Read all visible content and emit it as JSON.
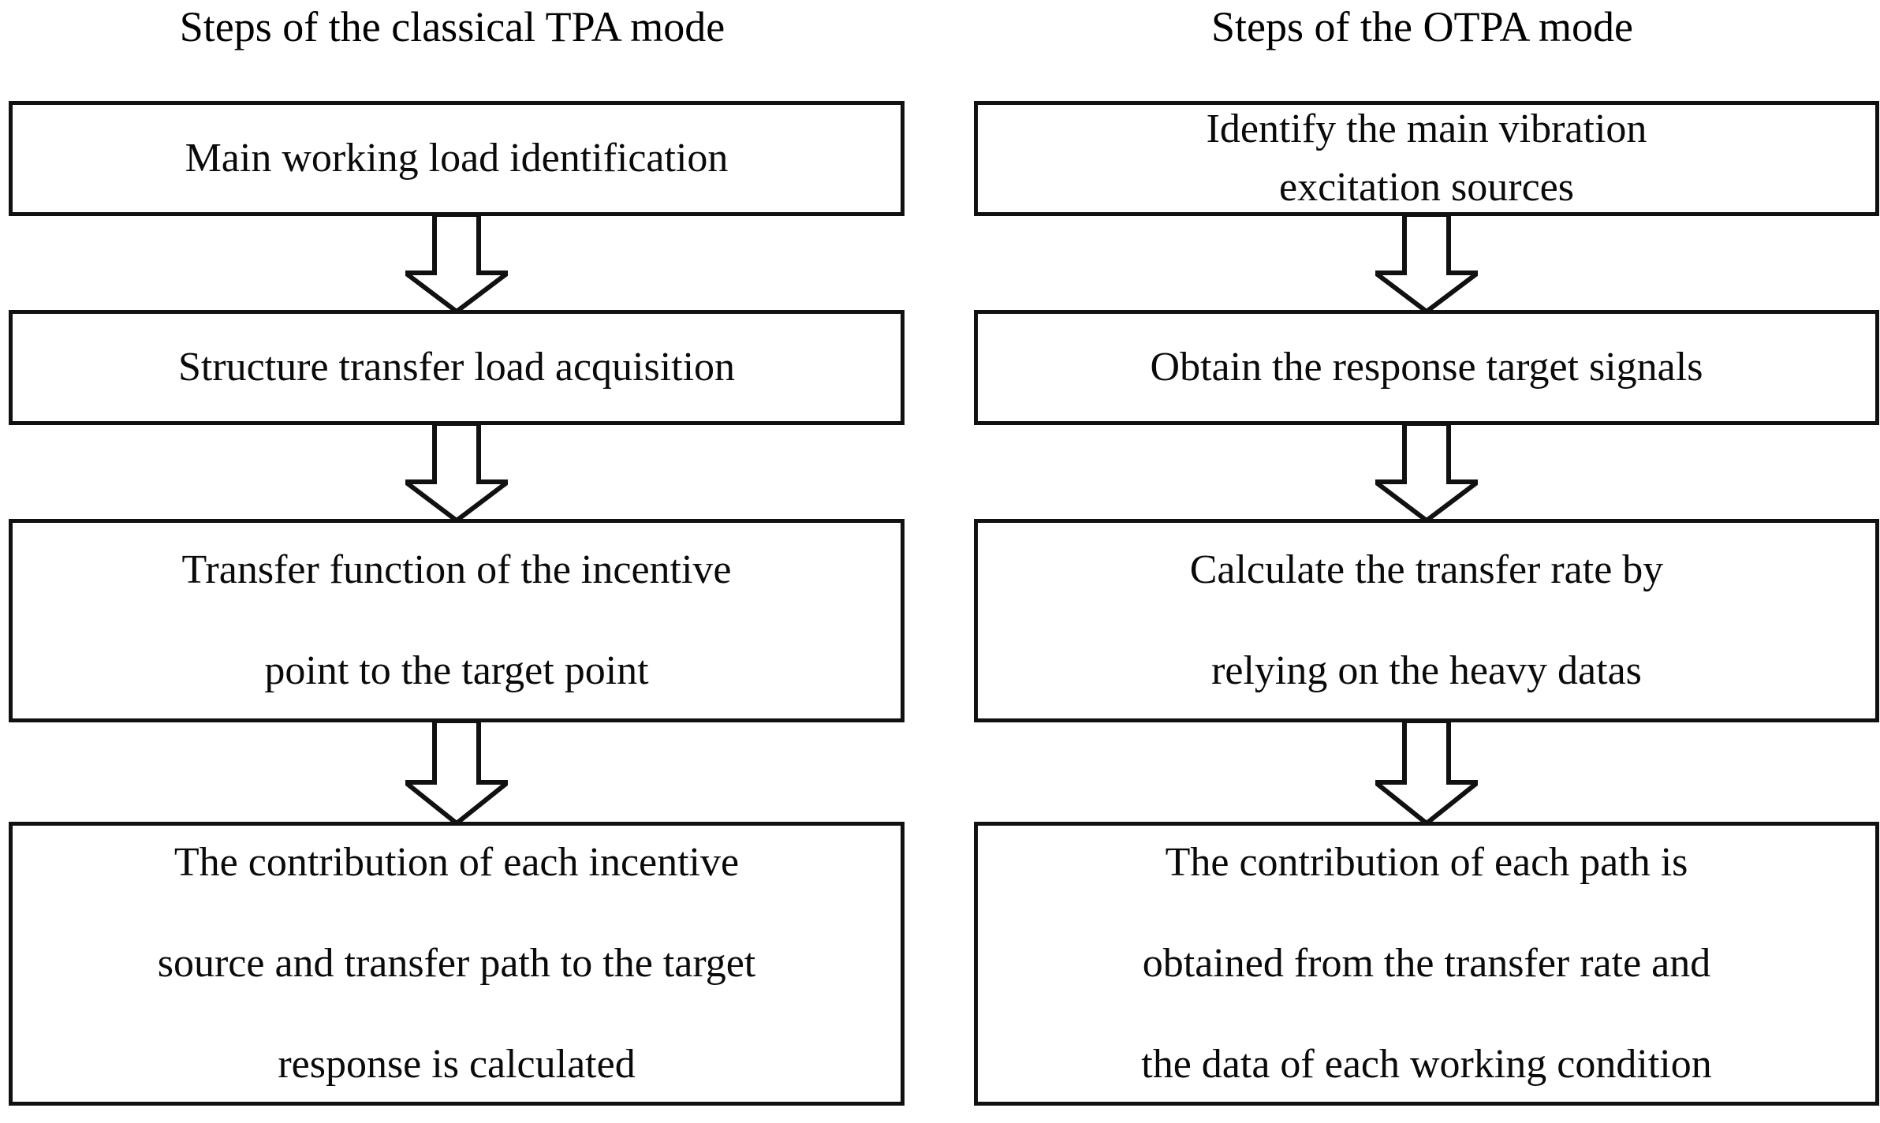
{
  "diagram": {
    "title_left": "Steps of the classical TPA mode",
    "title_right": "Steps of the OTPA mode",
    "arrow_icon_name": "down-block-arrow-icon",
    "colors": {
      "background": "#ffffff",
      "stroke": "#111111",
      "text": "#0a0a0a"
    }
  },
  "columns": [
    {
      "id": "tpa",
      "title": "Steps of the classical TPA mode",
      "boxes": [
        {
          "id": "tpa-step-1",
          "lines": [
            "Main working load identification"
          ]
        },
        {
          "id": "tpa-step-2",
          "lines": [
            "Structure transfer load acquisition"
          ]
        },
        {
          "id": "tpa-step-3",
          "lines": [
            "Transfer function of the incentive",
            "point to the target point"
          ]
        },
        {
          "id": "tpa-step-4",
          "lines": [
            "The contribution of each incentive",
            "source and transfer path to the target",
            "response is calculated"
          ]
        }
      ],
      "arrows": [
        "down",
        "down",
        "down"
      ]
    },
    {
      "id": "otpa",
      "title": "Steps of the OTPA mode",
      "boxes": [
        {
          "id": "otpa-step-1",
          "lines": [
            "Identify the main vibration",
            "excitation sources"
          ]
        },
        {
          "id": "otpa-step-2",
          "lines": [
            "Obtain the response target signals"
          ]
        },
        {
          "id": "otpa-step-3",
          "lines": [
            "Calculate the transfer rate by",
            "relying on the heavy datas"
          ]
        },
        {
          "id": "otpa-step-4",
          "lines": [
            "The contribution of each path is",
            "obtained from the transfer rate and",
            "the data of each working condition"
          ]
        }
      ],
      "arrows": [
        "down",
        "down",
        "down"
      ]
    }
  ]
}
